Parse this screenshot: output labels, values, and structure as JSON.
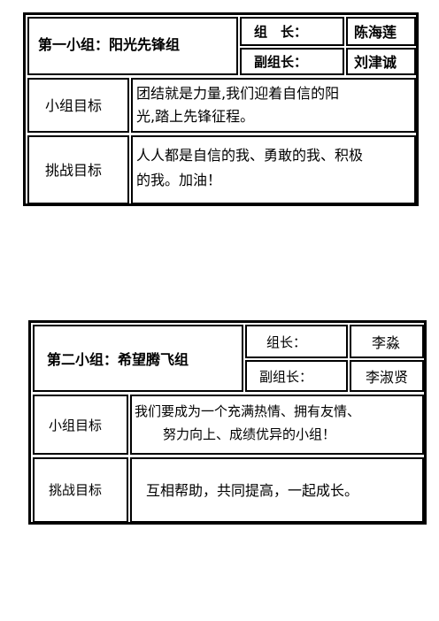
{
  "groups": [
    {
      "group_title": "第一小组：阳光先锋组",
      "leader_label": "组　长：",
      "leader_name": "陈海莲",
      "vice_label": "副组长：",
      "vice_name": "刘津诚",
      "goal_label": "小组目标",
      "goal_line1": "团结就是力量,我们迎着自信的阳",
      "goal_line2": "光,踏上先锋征程。",
      "challenge_label": "挑战目标",
      "challenge_line1": "人人都是自信的我、勇敢的我、积极",
      "challenge_line2": "的我。加油！"
    },
    {
      "group_title": "第二小组：希望腾飞组",
      "leader_label": "组长：",
      "leader_name": "李淼",
      "vice_label": "副组长：",
      "vice_name": "李淑贤",
      "goal_label": "小组目标",
      "goal_line1": "我们要成为一个充满热情、拥有友情、",
      "goal_line2": "努力向上、成绩优异的小组！",
      "challenge_label": "挑战目标",
      "challenge_line1": "互相帮助，共同提高，一起成长。"
    }
  ]
}
